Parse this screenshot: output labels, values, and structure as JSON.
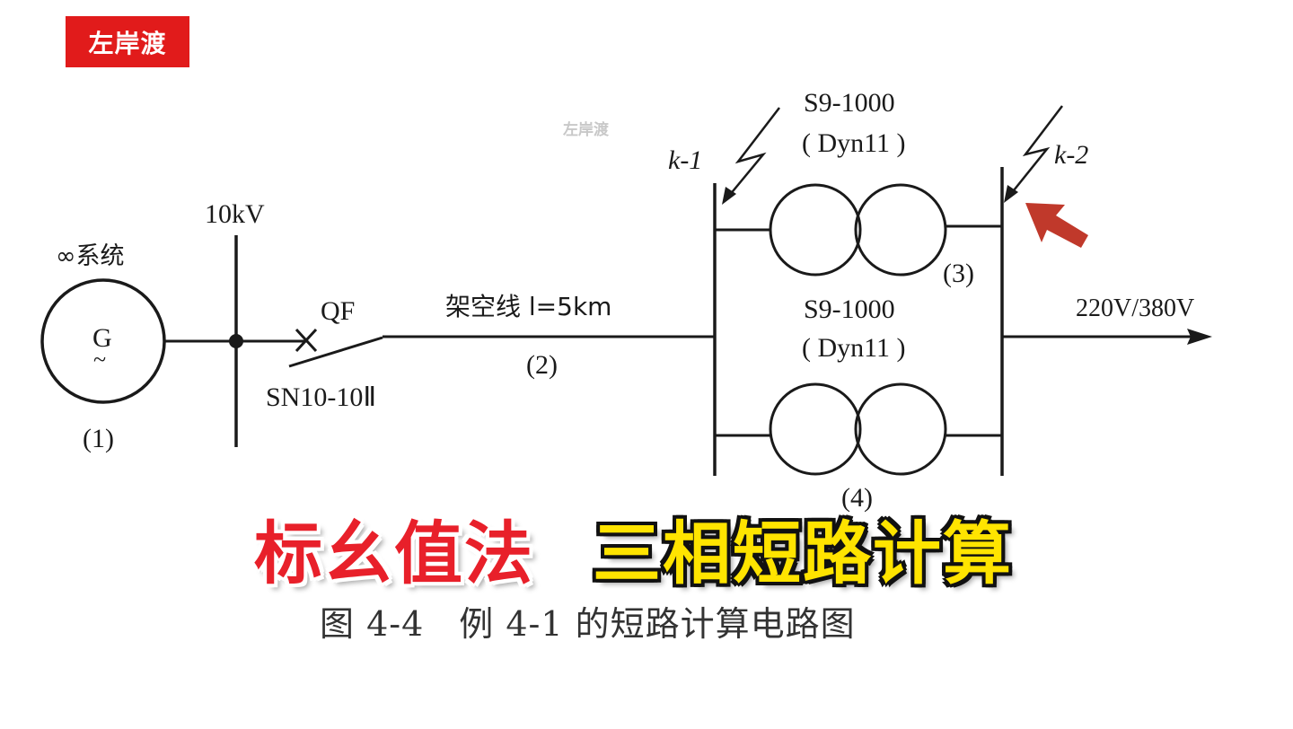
{
  "logo": {
    "text": "左岸渡"
  },
  "watermark": {
    "text": "左岸渡"
  },
  "diagram": {
    "system_label": "∞系统",
    "generator_letter": "G",
    "generator_tilde": "~",
    "generator_number": "(1)",
    "bus_voltage": "10kV",
    "breaker_label": "QF",
    "breaker_model": "SN10-10Ⅱ",
    "line_label": "架空线 l=5km",
    "line_number": "(2)",
    "fault1": "k-1",
    "fault2": "k-2",
    "t1_model": "S9-1000",
    "t1_conn": "( Dyn11 )",
    "t1_number": "(3)",
    "t2_model": "S9-1000",
    "t2_conn": "( Dyn11 )",
    "t2_number": "(4)",
    "output_voltage": "220V/380V"
  },
  "overlay": {
    "red_text": "标幺值法",
    "yellow_text": "三相短路计算"
  },
  "caption": "图 4-4　例 4-1 的短路计算电路图",
  "colors": {
    "logo_bg": "#e11b1b",
    "overlay_red": "#e8202a",
    "overlay_yellow": "#ffe400",
    "arrow": "#c0392b",
    "line": "#1a1a1a"
  }
}
